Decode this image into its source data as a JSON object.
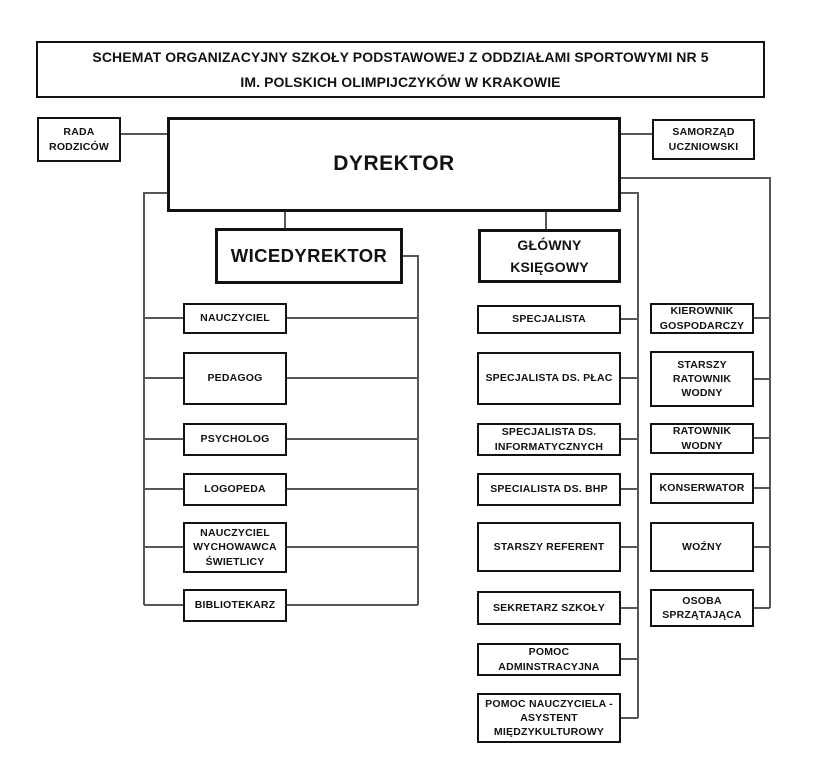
{
  "title": "SCHEMAT ORGANIZACYJNY SZKOŁY PODSTAWOWEJ Z ODDZIAŁAMI SPORTOWYMI NR 5\nIM. POLSKICH OLIMPIJCZYKÓW W KRAKOWIE",
  "colors": {
    "background": "#ffffff",
    "box_border": "#121212",
    "connector": "#565656",
    "text": "#121212"
  },
  "org": {
    "director": "DYREKTOR",
    "parents_council": "RADA\nRODZICÓW",
    "student_council": "SAMORZĄD\nUCZNIOWSKI",
    "deputy_director": "WICEDYREKTOR",
    "chief_accountant": "GŁÓWNY\nKSIĘGOWY",
    "pedagogical_staff": [
      "NAUCZYCIEL",
      "PEDAGOG",
      "PSYCHOLOG",
      "LOGOPEDA",
      "NAUCZYCIEL\nWYCHOWAWCA\nŚWIETLICY",
      "BIBLIOTEKARZ"
    ],
    "administrative_staff": [
      "SPECJALISTA",
      "SPECJALISTA DS. PŁAC",
      "SPECJALISTA DS.\nINFORMATYCZNYCH",
      "SPECIALISTA DS. BHP",
      "STARSZY REFERENT",
      "SEKRETARZ SZKOŁY",
      "POMOC\nADMINSTRACYJNA",
      "POMOC NAUCZYCIELA -\nASYSTENT\nMIĘDZYKULTUROWY"
    ],
    "technical_staff": [
      "KIEROWNIK\nGOSPODARCZY",
      "STARSZY\nRATOWNIK\nWODNY",
      "RATOWNIK\nWODNY",
      "KONSERWATOR",
      "WOŹNY",
      "OSOBA\nSPRZĄTAJĄCA"
    ]
  }
}
